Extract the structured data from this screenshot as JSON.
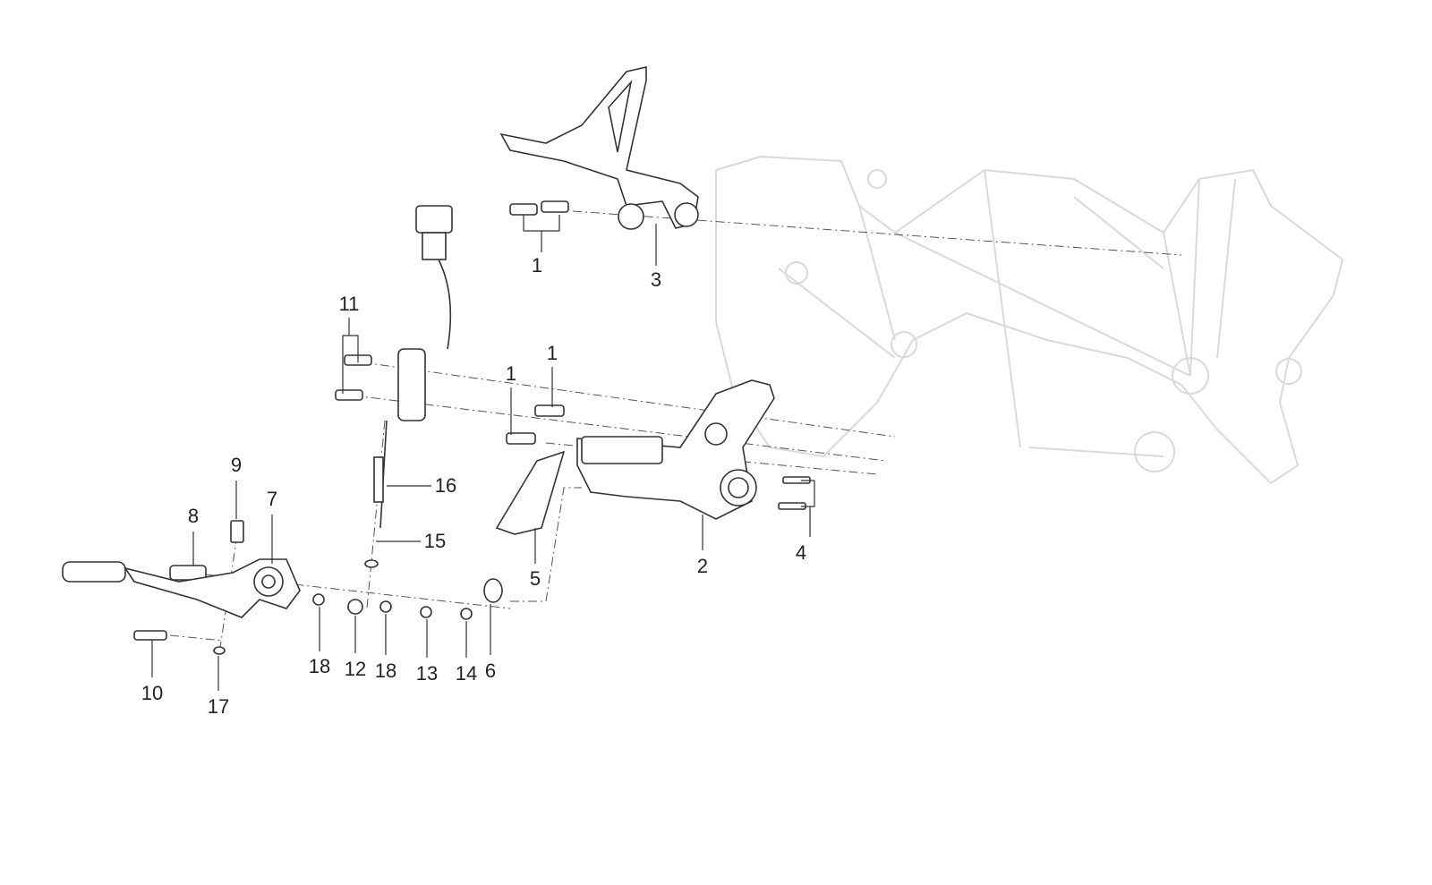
{
  "diagram": {
    "title": "Footrest and gear change lever exploded view",
    "callouts": [
      {
        "id": "c1a",
        "text": "1"
      },
      {
        "id": "c3",
        "text": "3"
      },
      {
        "id": "c11",
        "text": "11"
      },
      {
        "id": "c1b",
        "text": "1"
      },
      {
        "id": "c1c",
        "text": "1"
      },
      {
        "id": "c16",
        "text": "16"
      },
      {
        "id": "c9",
        "text": "9"
      },
      {
        "id": "c8",
        "text": "8"
      },
      {
        "id": "c7",
        "text": "7"
      },
      {
        "id": "c15",
        "text": "15"
      },
      {
        "id": "c5",
        "text": "5"
      },
      {
        "id": "c2",
        "text": "2"
      },
      {
        "id": "c4",
        "text": "4"
      },
      {
        "id": "c18a",
        "text": "18"
      },
      {
        "id": "c12",
        "text": "12"
      },
      {
        "id": "c18b",
        "text": "18"
      },
      {
        "id": "c13",
        "text": "13"
      },
      {
        "id": "c14",
        "text": "14"
      },
      {
        "id": "c6",
        "text": "6"
      },
      {
        "id": "c10",
        "text": "10"
      },
      {
        "id": "c17",
        "text": "17"
      }
    ]
  }
}
